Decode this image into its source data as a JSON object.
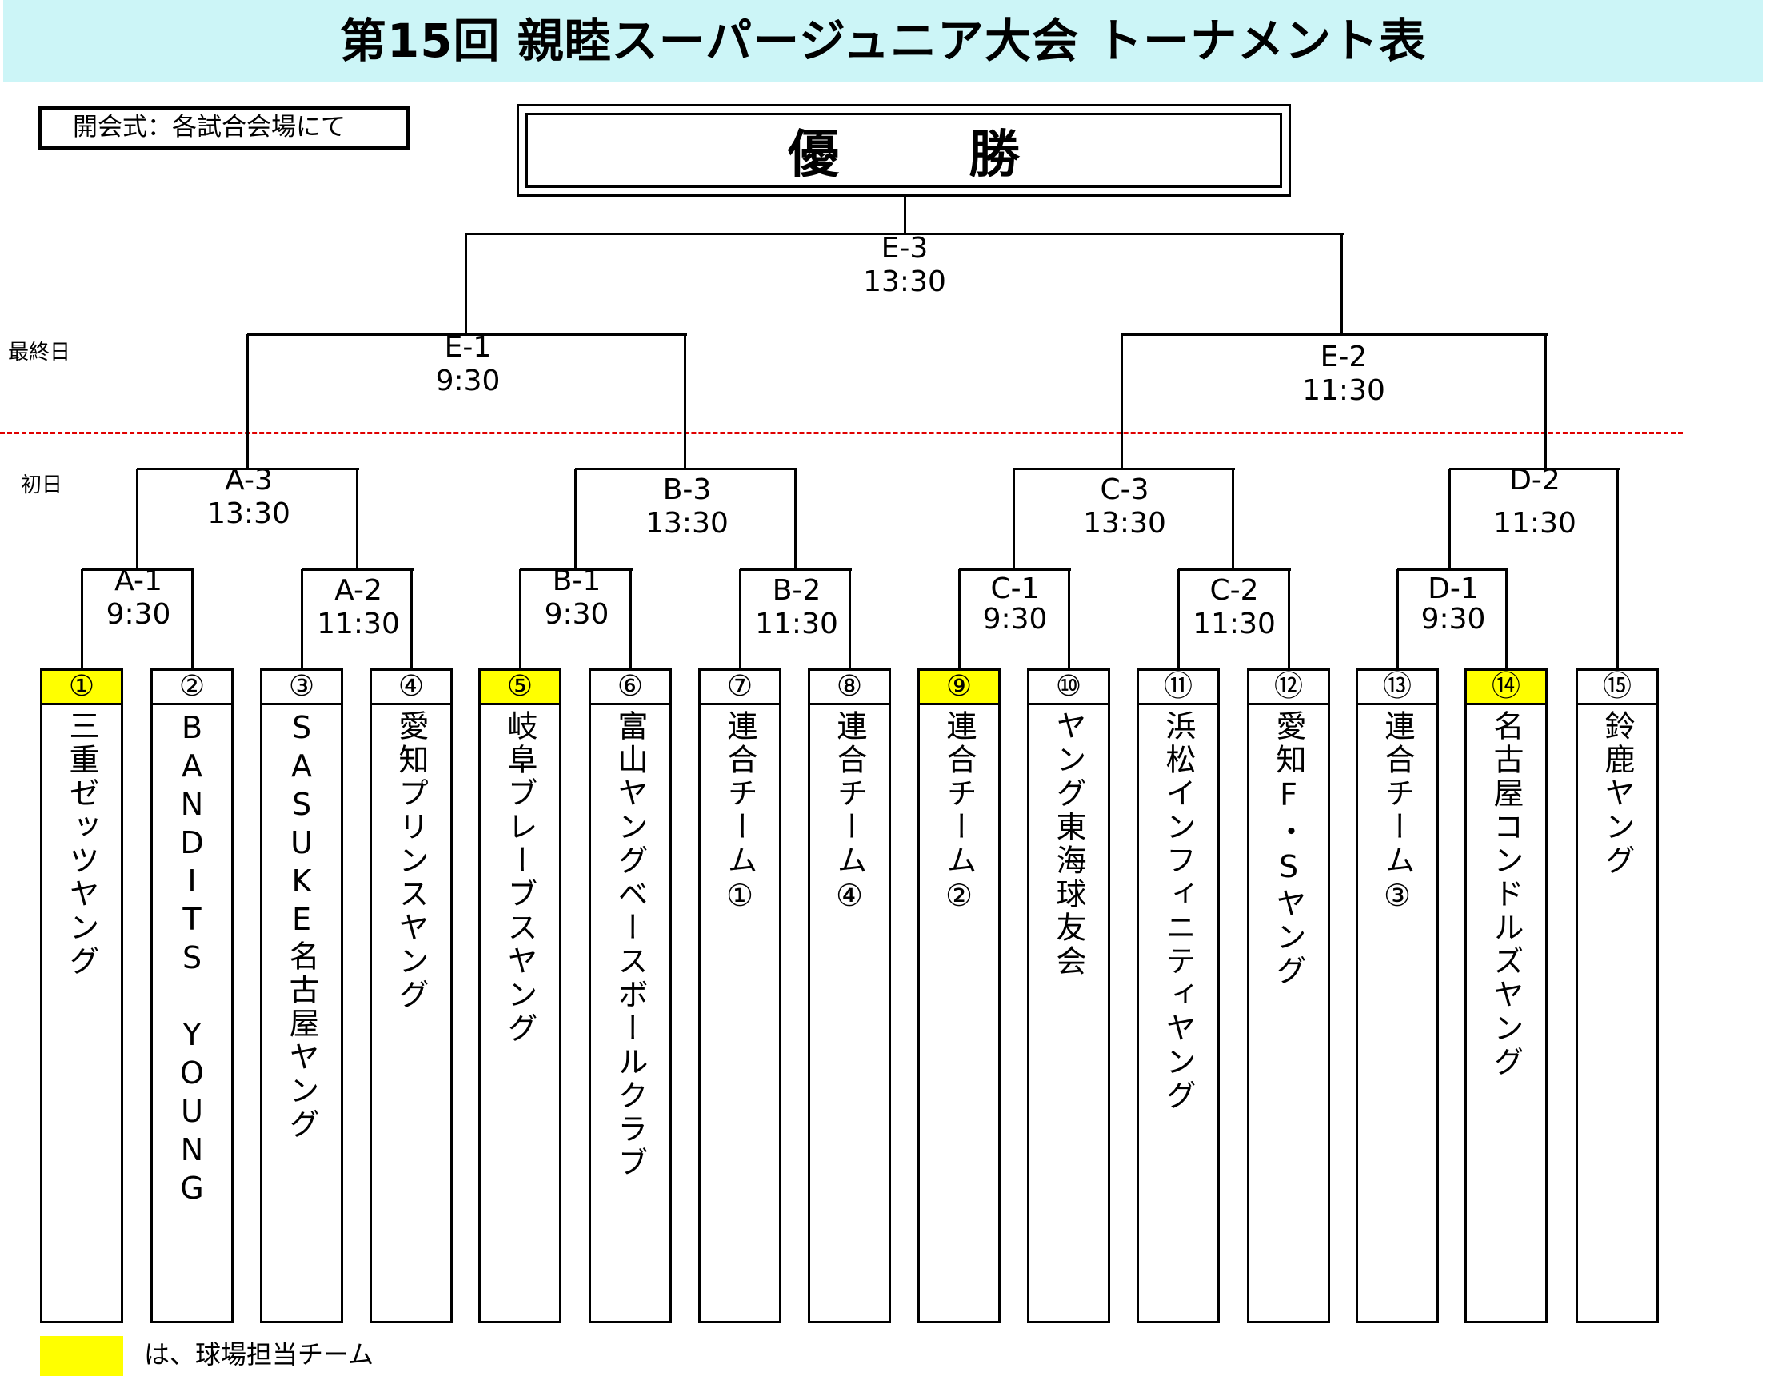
{
  "title": "第15回 親睦スーパージュニア大会 トーナメント表",
  "opening": "開会式：各試合会場にて",
  "champion": "優 勝",
  "days": {
    "final": "最終日",
    "first": "初日"
  },
  "matches": {
    "E3": {
      "code": "E-3",
      "time": "13:30"
    },
    "E1": {
      "code": "E-1",
      "time": "9:30"
    },
    "E2": {
      "code": "E-2",
      "time": "11:30"
    },
    "A3": {
      "code": "A-3",
      "time": "13:30"
    },
    "B3": {
      "code": "B-3",
      "time": "13:30"
    },
    "C3": {
      "code": "C-3",
      "time": "13:30"
    },
    "D2": {
      "code": "D-2",
      "time": "11:30"
    },
    "A1": {
      "code": "A-1",
      "time": "9:30"
    },
    "A2": {
      "code": "A-2",
      "time": "11:30"
    },
    "B1": {
      "code": "B-1",
      "time": "9:30"
    },
    "B2": {
      "code": "B-2",
      "time": "11:30"
    },
    "C1": {
      "code": "C-1",
      "time": "9:30"
    },
    "C2": {
      "code": "C-2",
      "time": "11:30"
    },
    "D1": {
      "code": "D-1",
      "time": "9:30"
    }
  },
  "teams": [
    {
      "num": "①",
      "name": "三重ゼッツヤング",
      "host": true
    },
    {
      "num": "②",
      "name": "BANDITS YOUNG",
      "host": false
    },
    {
      "num": "③",
      "name": "SASUKE名古屋ヤング",
      "host": false
    },
    {
      "num": "④",
      "name": "愛知プリンスヤング",
      "host": false
    },
    {
      "num": "⑤",
      "name": "岐阜ブレーブスヤング",
      "host": true
    },
    {
      "num": "⑥",
      "name": "富山ヤングベースボールクラブ",
      "host": false
    },
    {
      "num": "⑦",
      "name": "連合チーム①",
      "host": false
    },
    {
      "num": "⑧",
      "name": "連合チーム④",
      "host": false
    },
    {
      "num": "⑨",
      "name": "連合チーム②",
      "host": true
    },
    {
      "num": "⑩",
      "name": "ヤング東海球友会",
      "host": false
    },
    {
      "num": "⑪",
      "name": "浜松インフィニティヤング",
      "host": false
    },
    {
      "num": "⑫",
      "name": "愛知F・Sヤング",
      "host": false
    },
    {
      "num": "⑬",
      "name": "連合チーム③",
      "host": false
    },
    {
      "num": "⑭",
      "name": "名古屋コンドルズヤング",
      "host": true
    },
    {
      "num": "⑮",
      "name": "鈴鹿ヤング",
      "host": false
    }
  ],
  "legend": "は、球場担当チーム",
  "colors": {
    "title_bg": "#ccf5f7",
    "host": "#ffff00",
    "divider": "#e00000"
  }
}
